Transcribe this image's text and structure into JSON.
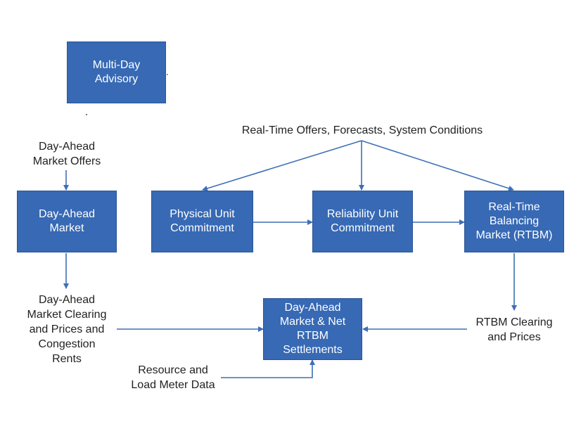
{
  "diagram": {
    "boxes": {
      "multi_day_advisory": "Multi-Day\nAdvisory",
      "day_ahead_market": "Day-Ahead\nMarket",
      "physical_unit_commitment": "Physical Unit\nCommitment",
      "reliability_unit_commitment": "Reliability Unit\nCommitment",
      "real_time_balancing_market": "Real-Time\nBalancing\nMarket (RTBM)",
      "settlements": "Day-Ahead\nMarket & Net\nRTBM\nSettlements"
    },
    "labels": {
      "realtime_inputs": "Real-Time Offers, Forecasts, System Conditions",
      "day_ahead_offers": "Day-Ahead\nMarket Offers",
      "day_ahead_clearing": "Day-Ahead\nMarket Clearing\nand Prices and\nCongestion\nRents",
      "rtbm_clearing": "RTBM Clearing\nand Prices",
      "meter_data": "Resource and\nLoad Meter Data"
    }
  },
  "colors": {
    "box_fill": "#3769b4",
    "arrow": "#3d6fb6",
    "text": "#222222"
  }
}
